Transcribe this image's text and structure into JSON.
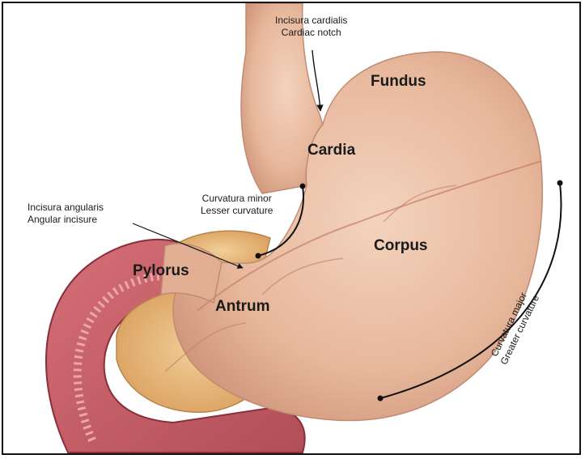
{
  "labels": {
    "fundus": "Fundus",
    "cardia": "Cardia",
    "corpus": "Corpus",
    "pylorus": "Pylorus",
    "antrum": "Antrum",
    "cardiac_notch_latin": "Incisura cardialis",
    "cardiac_notch_en": "Cardiac notch",
    "angular_latin": "Incisura angularis",
    "angular_en": "Angular incisure",
    "lesser_latin": "Curvatura minor",
    "lesser_en": "Lesser curvature",
    "greater_latin": "Curvatura major",
    "greater_en": "Greater curvature"
  },
  "colors": {
    "stomach": "#e9bfa3",
    "stomach_shade": "#d79c82",
    "intestine": "#c8606a",
    "intestine_inner": "#e8a3a4",
    "pancreas": "#e8b877",
    "line": "#111111"
  }
}
